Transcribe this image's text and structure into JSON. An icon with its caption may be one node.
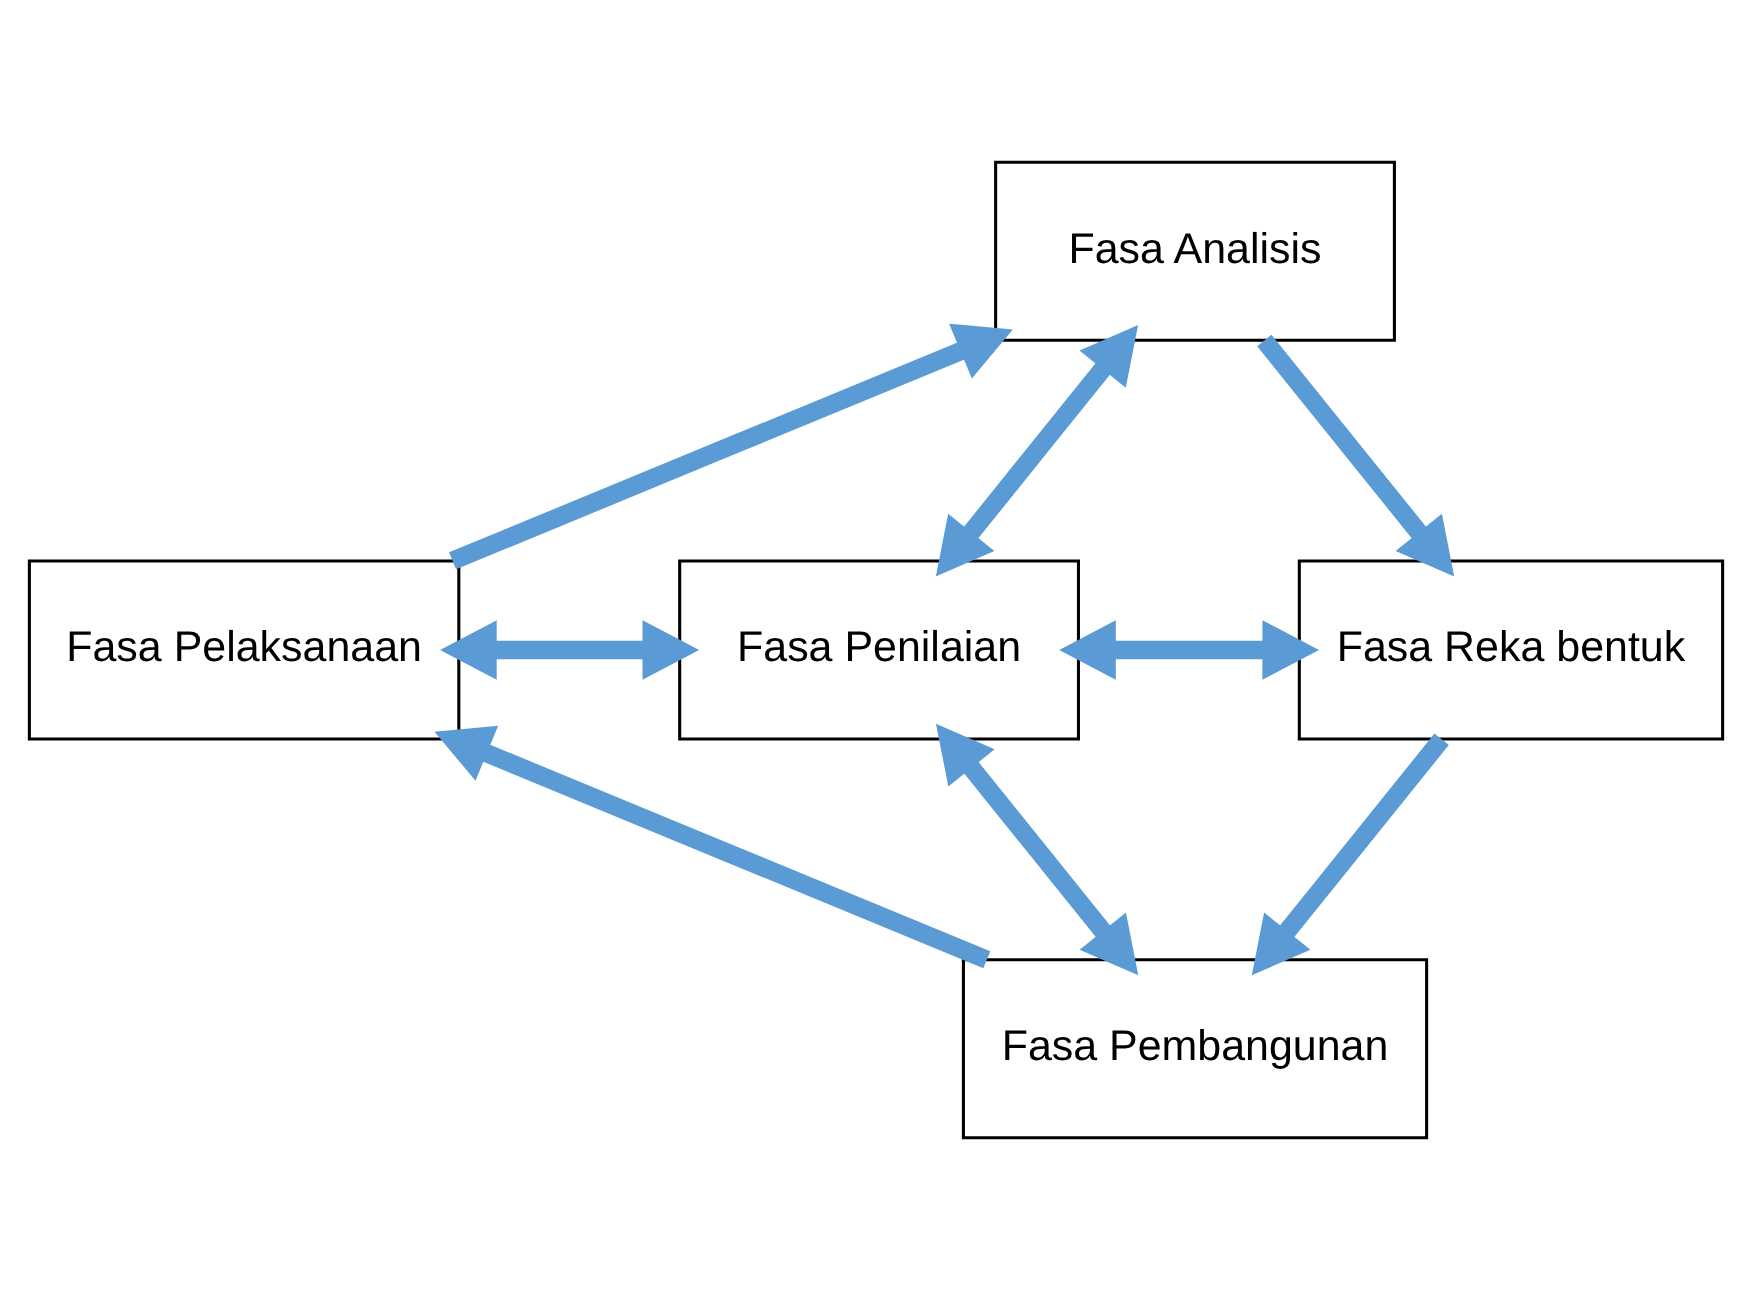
{
  "diagram": {
    "nodes": [
      {
        "text": [
          "Fasa Analisis"
        ]
      },
      {
        "text": [
          "Fasa Pelaksanaan"
        ]
      },
      {
        "text": [
          "Fasa Penilaian"
        ]
      },
      {
        "text": [
          "Fasa Reka bentuk"
        ]
      },
      {
        "text": [
          "Fasa Pembangunan"
        ]
      }
    ],
    "edges": [
      {
        "from": 1,
        "to": 0,
        "arrow": "to"
      },
      {
        "from": 0,
        "to": 3,
        "arrow": "to"
      },
      {
        "from": 3,
        "to": 4,
        "arrow": "to"
      },
      {
        "from": 4,
        "to": 1,
        "arrow": "to"
      },
      {
        "from": 0,
        "to": 2,
        "arrow": "both"
      },
      {
        "from": 1,
        "to": 2,
        "arrow": "both"
      },
      {
        "from": 2,
        "to": 3,
        "arrow": "both"
      },
      {
        "from": 2,
        "to": 4,
        "arrow": "both"
      }
    ]
  }
}
